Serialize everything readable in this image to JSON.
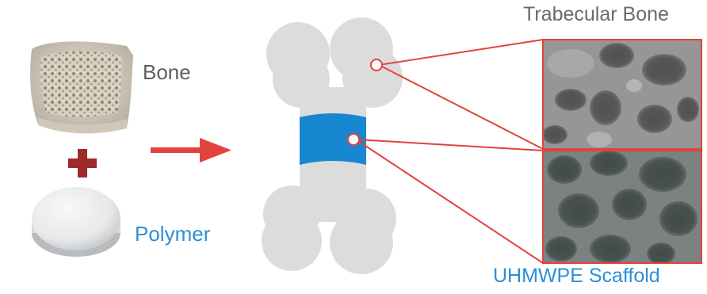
{
  "labels": {
    "bone": "Bone",
    "polymer": "Polymer",
    "trabecular": "Trabecular Bone",
    "uhmwpe": "UHMWPE Scaffold"
  },
  "colors": {
    "bone_gray": "#dcdcdc",
    "scaffold_blue": "#1787d2",
    "connector_red": "#e2433a",
    "plus_red": "#9e2a2b",
    "label_blue": "#2b8fd6",
    "label_gray": "#5f5f5f"
  },
  "icons": {
    "plus": "plus-icon",
    "arrow": "right-arrow-icon"
  }
}
